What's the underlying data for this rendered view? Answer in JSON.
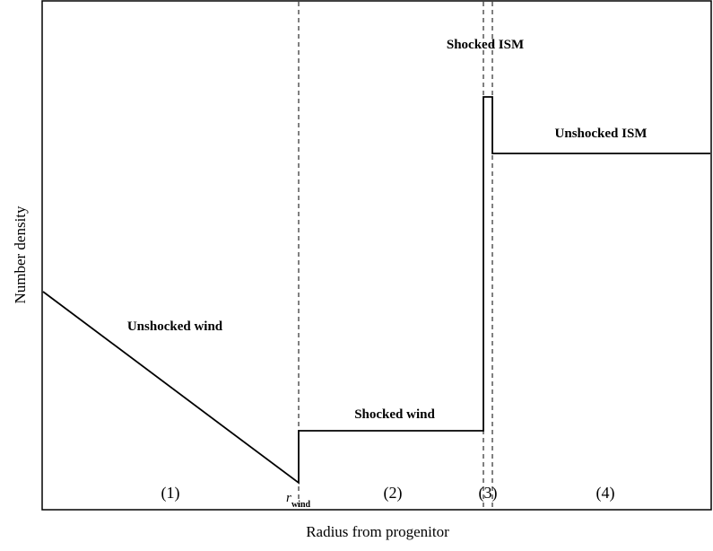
{
  "diagram": {
    "x_axis_label": "Radius from progenitor",
    "y_axis_label": "Number density",
    "zones": {
      "unshocked_wind": "Unshocked wind",
      "shocked_wind": "Shocked wind",
      "shocked_ism": "Shocked ISM",
      "unshocked_ism": "Unshocked ISM"
    },
    "regions": [
      "(1)",
      "(2)",
      "(3)",
      "(4)"
    ],
    "r_wind": {
      "symbol": "r",
      "subscript": "wind"
    }
  }
}
